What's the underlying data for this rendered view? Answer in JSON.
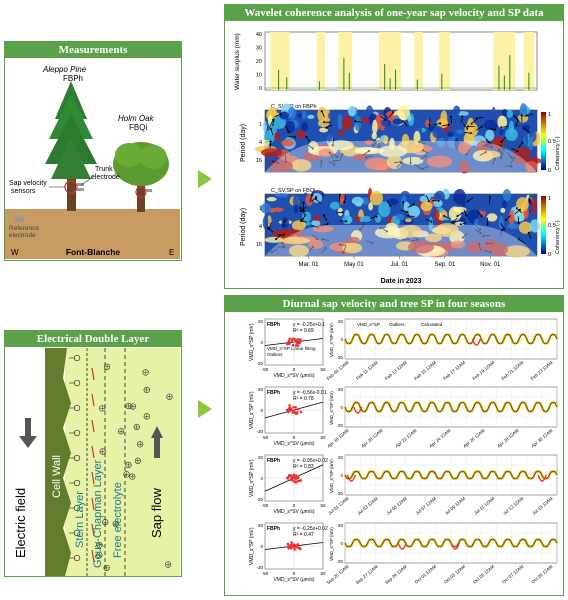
{
  "measurements": {
    "title": "Measurements",
    "pine_name": "Aleppo Pine",
    "pine_code": "FBPh",
    "oak_name": "Holm Oak",
    "oak_code": "FBQi",
    "sap_sensor_label_1": "Sap velocity",
    "sap_sensor_label_2": "sensors",
    "trunk_label_1": "Trunk",
    "trunk_label_2": "electrode",
    "ref_label_1": "Reference",
    "ref_label_2": "electrode",
    "site": "Font-Blanche",
    "west": "W",
    "east": "E"
  },
  "edl": {
    "title": "Electrical Double Layer",
    "electric_field": "Electric field",
    "cell_wall": "Cell Wall",
    "stern": "Stern Layer",
    "gouy": "Gouy-Chapman Layer",
    "free": "Free electrolyte",
    "sap_flow": "Sap flow"
  },
  "wavelet": {
    "title": "Wavelet coherence analysis of one-year sap velocity and SP data",
    "water_ylabel": "Water surplus (mm)",
    "water_ticks": [
      "40",
      "30",
      "20",
      "10",
      "0"
    ],
    "panel2_title": "C_SV,SP on FBPh",
    "panel3_title": "C_SV,SP on FBQi",
    "period_label": "Period (day)",
    "period_ticks": [
      "1",
      "4",
      "16"
    ],
    "coh_label": "Coherency (-)",
    "coh_ticks": [
      "1",
      "0.5",
      "0"
    ],
    "x_ticks": [
      "Mar. 01",
      "May 01",
      "Jul. 01",
      "Sep. 01",
      "Nov. 01"
    ],
    "xlabel": "Date in 2023"
  },
  "diurnal": {
    "title": "Diurnal sap velocity and tree SP in four seasons",
    "rows": [
      {
        "tree": "FBPh",
        "equation": "y = -0.25x+0.1",
        "r2": "R² = 0.69",
        "legend": [
          "VMD_s^SP",
          "Linear fitting",
          "Outliers"
        ],
        "right_legend": [
          "VMD_s^SP",
          "Outliers",
          "Calculated"
        ],
        "dates": [
          "Feb 09 12AM",
          "Feb 11 12AM",
          "Feb 13 12AM",
          "Feb 15 12AM",
          "Feb 17 12AM",
          "Feb 19 12AM",
          "Feb 21 12AM",
          "Feb 23 12AM"
        ]
      },
      {
        "tree": "FBPh",
        "equation": "y = -0.56x-0.01",
        "r2": "R² = 0.78",
        "dates": [
          "Apr 18 12AM",
          "Apr 20 12AM",
          "Apr 22 12AM",
          "Apr 24 12AM",
          "Apr 26 12AM",
          "Apr 28 12AM",
          "Apr 30 12AM"
        ]
      },
      {
        "tree": "FBPh",
        "equation": "y = -0.95x+0.02",
        "r2": "R² = 0.83",
        "dates": [
          "Jul 01 12AM",
          "Jul 03 12AM",
          "Jul 05 12AM",
          "Jul 07 12AM",
          "Jul 09 12AM",
          "Jul 11 12AM",
          "Jul 13 12AM",
          "Jul 15 12AM"
        ]
      },
      {
        "tree": "FBPh",
        "equation": "y = -0.25x+0.02",
        "r2": "R² = 0.47",
        "dates": [
          "Sep 25 12AM",
          "Sep 27 12AM",
          "Sep 29 12AM",
          "Oct 01 12AM",
          "Oct 03 12AM",
          "Oct 05 12AM",
          "Oct 07 12AM",
          "Oct 09 12AM"
        ]
      }
    ],
    "scatter_ylabel": "VMD_s^SP (mV)",
    "scatter_xlabel": "VMD_s^SV (μm/s)",
    "scatter_yticks": [
      "20",
      "0",
      "-20"
    ],
    "scatter_xticks": [
      "-50",
      "0",
      "50"
    ],
    "ts_yticks": [
      "20",
      "0",
      "-20"
    ],
    "ts_ylabel": "VMD_s^SP (mV)"
  }
}
